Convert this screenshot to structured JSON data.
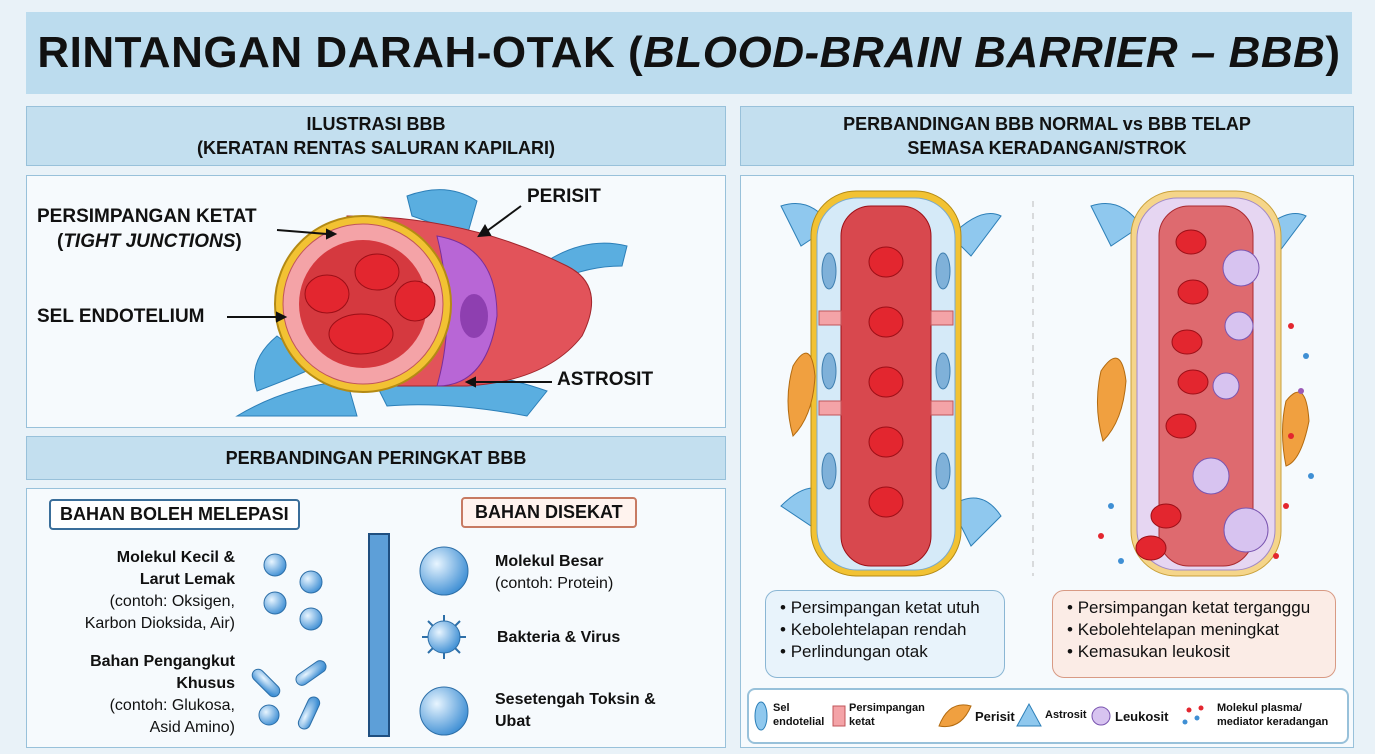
{
  "title": {
    "main": "RINTANGAN DARAH-OTAK (",
    "italic": "BLOOD-BRAIN BARRIER – BBB",
    "end": ")"
  },
  "illustration": {
    "heading_line1": "ILUSTRASI BBB",
    "heading_line2": "(KERATAN RENTAS SALURAN KAPILARI)",
    "label_tj_line1": "PERSIMPANGAN KETAT",
    "label_tj_line2": "TIGHT JUNCTIONS",
    "label_endothelium": "SEL ENDOTELIUM",
    "label_pericyte": "PERISIT",
    "label_astrocyte": "ASTROSIT"
  },
  "permeability": {
    "heading": "PERBANDINGAN PERINGKAT BBB",
    "allowed_title": "BAHAN BOLEH MELEPASI",
    "blocked_title": "BAHAN DISEKAT",
    "small_name_1": "Molekul Kecil &",
    "small_name_2": "Larut Lemak",
    "small_ex_1": "(contoh: Oksigen,",
    "small_ex_2": "Karbon Dioksida, Air)",
    "carrier_name_1": "Bahan Pengangkut",
    "carrier_name_2": "Khusus",
    "carrier_ex_1": "(contoh: Glukosa,",
    "carrier_ex_2": "Asid Amino)",
    "large_name": "Molekul Besar",
    "large_ex": "(contoh: Protein)",
    "bacteria": "Bakteria & Virus",
    "toxin_1": "Sesetengah Toksin &",
    "toxin_2": "Ubat"
  },
  "comparison": {
    "heading_line1": "PERBANDINGAN BBB NORMAL vs BBB TELAP",
    "heading_line2": "SEMASA KERADANGAN/STROK",
    "normal_points": [
      "Persimpangan ketat utuh",
      "Kebolehtelapan rendah",
      "Perlindungan otak"
    ],
    "leaky_points": [
      "Persimpangan ketat terganggu",
      "Kebolehtelapan meningkat",
      "Kemasukan leukosit"
    ],
    "legend": {
      "endothelial_1": "Sel",
      "endothelial_2": "endotelial",
      "tj_1": "Persimpangan",
      "tj_2": "ketat",
      "pericyte": "Perisit",
      "astrocyte": "Astrosit",
      "leukocyte": "Leukosit",
      "plasma_1": "Molekul plasma/",
      "plasma_2": "mediator keradangan"
    }
  },
  "colors": {
    "header_bg": "#bcdcee",
    "rbc": "#d8202a",
    "astrocyte": "#5aaee0",
    "pericyte": "#b866d6",
    "blocked_accent": "#c77a62"
  }
}
